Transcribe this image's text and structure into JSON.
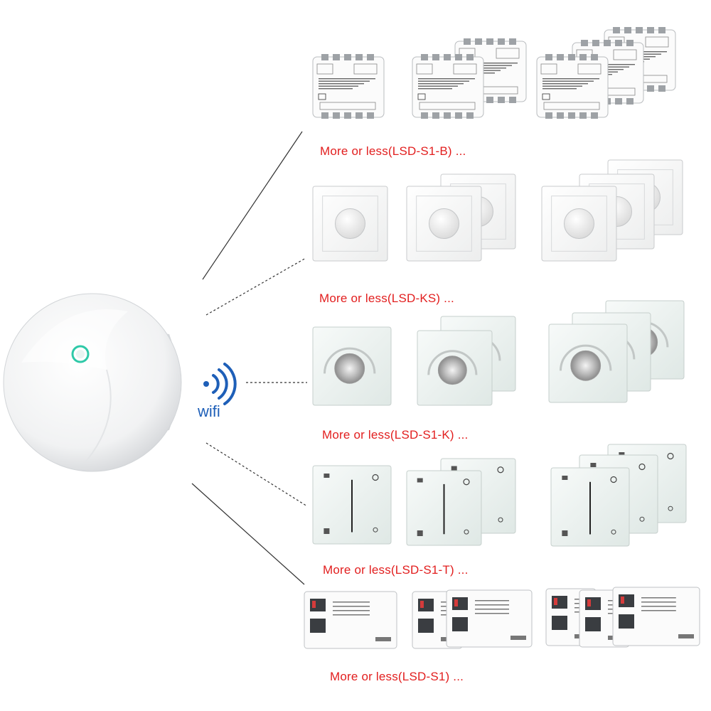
{
  "wifi": {
    "label": "wifi",
    "color": "#1e5fb8"
  },
  "gateway": {
    "indicator_color": "#2fc9a8"
  },
  "caption_color": "#e21e1e",
  "rows": [
    {
      "caption": "More or less(LSD-S1-B) ...",
      "product": "din-module",
      "model": "S1-B"
    },
    {
      "caption": "More or less(LSD-KS) ...",
      "product": "rotary-knob-panel",
      "model": "KS"
    },
    {
      "caption": "More or less(LSD-S1-K) ...",
      "product": "glass-knob-panel",
      "model": "S1-K"
    },
    {
      "caption": "More or less(LSD-S1-T) ...",
      "product": "glass-touch-panel",
      "model": "S1-T"
    },
    {
      "caption": "More or less(LSD-S1) ...",
      "product": "dimmer-box",
      "model": "S1"
    }
  ]
}
